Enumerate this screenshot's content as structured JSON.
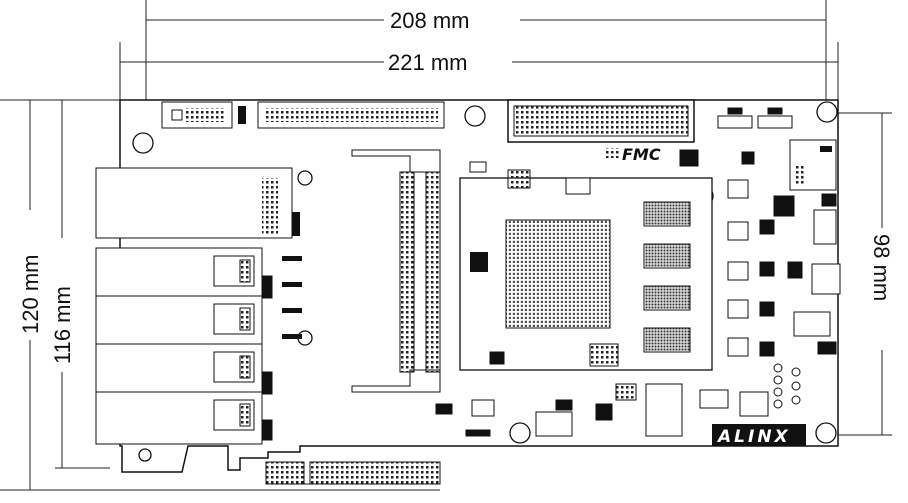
{
  "dimensions": {
    "width_208": "208 mm",
    "width_221": "221 mm",
    "height_120": "120 mm",
    "height_116": "116 mm",
    "height_98": "98 mm"
  },
  "board": {
    "fmc_logo": "FMC",
    "brand_logo": "ALINX"
  },
  "colors": {
    "line": "#111111",
    "board_fill": "#ffffff",
    "chip_grid": "#444444",
    "logo_bg": "#111111",
    "logo_fg": "#ffffff"
  }
}
